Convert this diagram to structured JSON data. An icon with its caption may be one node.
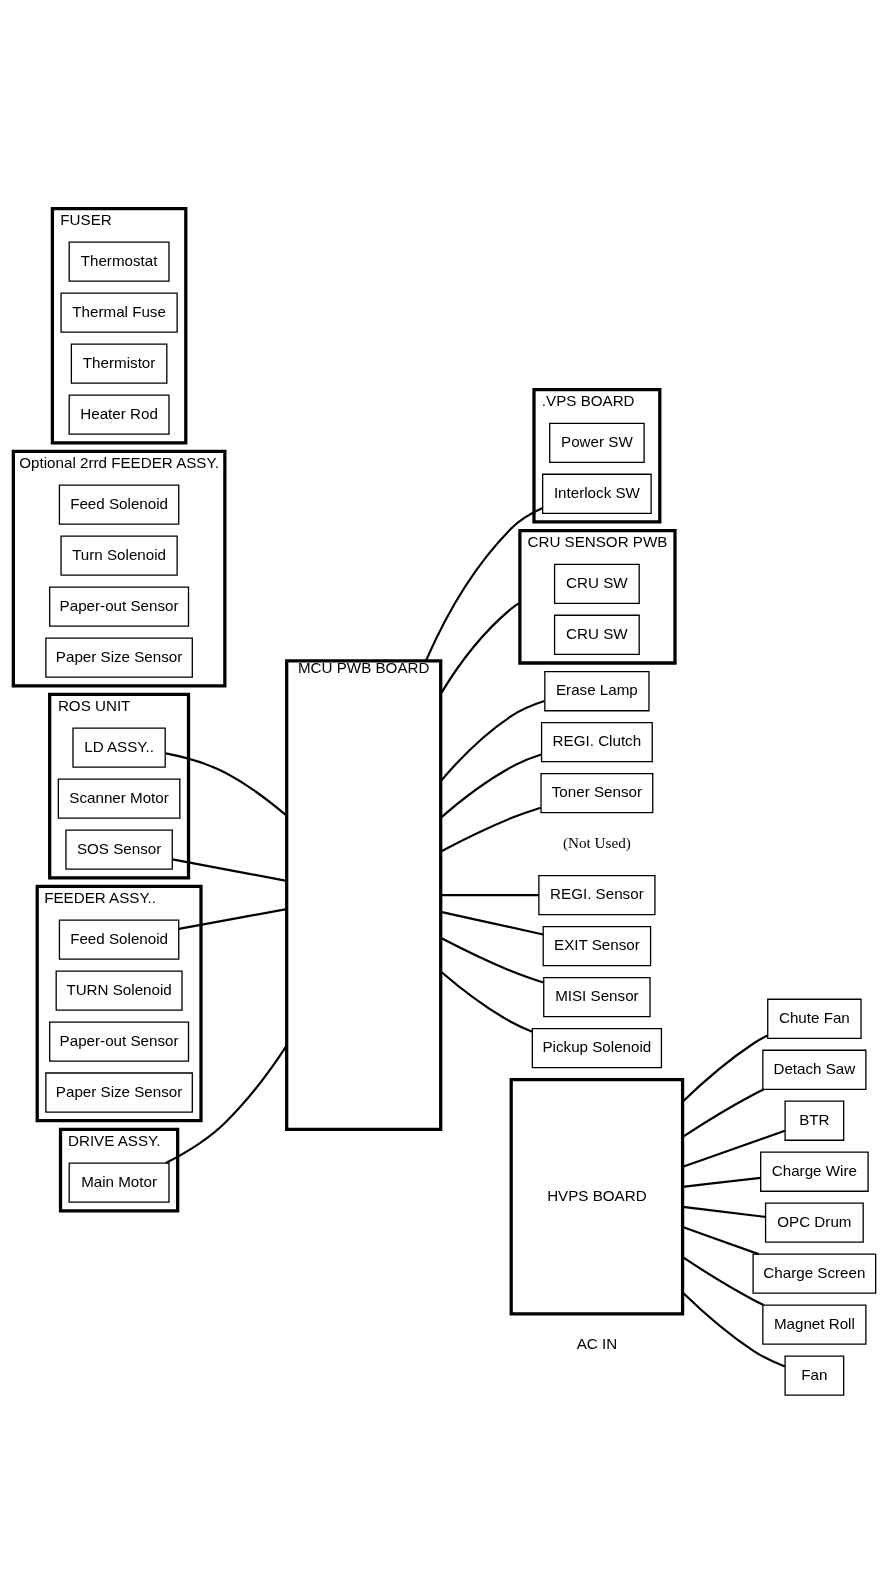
{
  "diagram": {
    "nodes": [
      {
        "text": [
          "ROS UNIT"
        ]
      },
      {
        "text": [
          "LD ASSY.."
        ],
        "in": 0
      },
      {
        "text": [
          "Scanner Motor"
        ],
        "in": 0
      },
      {
        "text": [
          "SOS Sensor"
        ],
        "in": 0
      },
      {
        "text": [
          "FEEDER ASSY.."
        ]
      },
      {
        "text": [
          "Feed Solenoid"
        ],
        "in": 4
      },
      {
        "text": [
          "TURN Solenoid"
        ],
        "in": 4
      },
      {
        "text": [
          "Paper-out Sensor"
        ],
        "in": 4
      },
      {
        "text": [
          "Paper Size Sensor"
        ],
        "in": 4
      },
      {
        "text": [
          "Optional 2rrd FEEDER ASSY."
        ]
      },
      {
        "text": [
          "Feed Solenoid"
        ],
        "in": 9
      },
      {
        "text": [
          "Turn Solenoid"
        ],
        "in": 9
      },
      {
        "text": [
          "Paper-out Sensor"
        ],
        "in": 9
      },
      {
        "text": [
          "Paper Size Sensor"
        ],
        "in": 9
      },
      {
        "text": [
          "DRIVE ASSY."
        ]
      },
      {
        "text": [
          "Main Motor"
        ],
        "in": 14
      },
      {
        "text": [
          "MCU PWB BOARD"
        ]
      },
      {
        "text": [
          ".VPS BOARD"
        ]
      },
      {
        "text": [
          "Power SW"
        ],
        "in": 17
      },
      {
        "text": [
          "Interlock SW"
        ],
        "in": 17
      },
      {
        "text": [
          "FUSER"
        ]
      },
      {
        "text": [
          "Thermostat"
        ],
        "in": 20
      },
      {
        "text": [
          "Thermal Fuse"
        ],
        "in": 20
      },
      {
        "text": [
          "Thermistor"
        ],
        "in": 20
      },
      {
        "text": [
          "Heater Rod"
        ],
        "in": 20
      },
      {
        "text": [
          "CRU SENSOR PWB"
        ]
      },
      {
        "text": [
          "CRU SW"
        ],
        "in": 25
      },
      {
        "text": [
          "CRU SW"
        ],
        "in": 25
      },
      {
        "text": [
          "Erase Lamp"
        ]
      },
      {
        "text": [
          "REGI. Clutch"
        ]
      },
      {
        "text": [
          "Toner Sensor"
        ],
        "beside": [
          "(Not Used)"
        ]
      },
      {
        "text": [
          "REGI. Sensor"
        ]
      },
      {
        "text": [
          "EXIT Sensor"
        ]
      },
      {
        "text": [
          "MISI Sensor"
        ]
      },
      {
        "text": [
          "Pickup Solenoid"
        ]
      },
      {
        "text": [
          "HVPS BOARD"
        ]
      },
      {
        "text": [
          "Chute Fan"
        ]
      },
      {
        "text": [
          "Detach Saw"
        ]
      },
      {
        "text": [
          "BTR"
        ]
      },
      {
        "text": [
          "Charge Wire"
        ]
      },
      {
        "text": [
          "OPC Drum"
        ]
      },
      {
        "text": [
          "Charge Screen"
        ]
      },
      {
        "text": [
          "Magnet Roll"
        ]
      },
      {
        "text": [
          "Fan"
        ]
      }
    ],
    "edges": [
      {
        "from": 1,
        "to": 16,
        "arrow": "none"
      },
      {
        "from": 3,
        "to": 16,
        "arrow": "none"
      },
      {
        "from": 5,
        "to": 16,
        "arrow": "none"
      },
      {
        "from": 15,
        "to": 16,
        "arrow": "none"
      },
      {
        "from": 16,
        "to": 19,
        "arrow": "none"
      },
      {
        "from": 16,
        "to": 25,
        "arrow": "none"
      },
      {
        "from": 16,
        "to": 28,
        "arrow": "none"
      },
      {
        "from": 16,
        "to": 29,
        "arrow": "none"
      },
      {
        "from": 16,
        "to": 30,
        "arrow": "none"
      },
      {
        "from": 16,
        "to": 31,
        "arrow": "none"
      },
      {
        "from": 16,
        "to": 32,
        "arrow": "none"
      },
      {
        "from": 16,
        "to": 33,
        "arrow": "none"
      },
      {
        "from": 16,
        "to": 34,
        "arrow": "none"
      },
      {
        "from": 35,
        "to": 36,
        "arrow": "none"
      },
      {
        "from": 35,
        "to": 37,
        "arrow": "none"
      },
      {
        "from": 35,
        "to": 38,
        "arrow": "none"
      },
      {
        "from": 35,
        "to": 39,
        "arrow": "none"
      },
      {
        "from": 35,
        "to": 40,
        "arrow": "none"
      },
      {
        "from": 35,
        "to": 41,
        "arrow": "none"
      },
      {
        "from": 35,
        "to": 42,
        "arrow": "none"
      },
      {
        "from": 35,
        "to": 43,
        "arrow": "none"
      }
    ],
    "labels": [
      "AC IN"
    ]
  }
}
